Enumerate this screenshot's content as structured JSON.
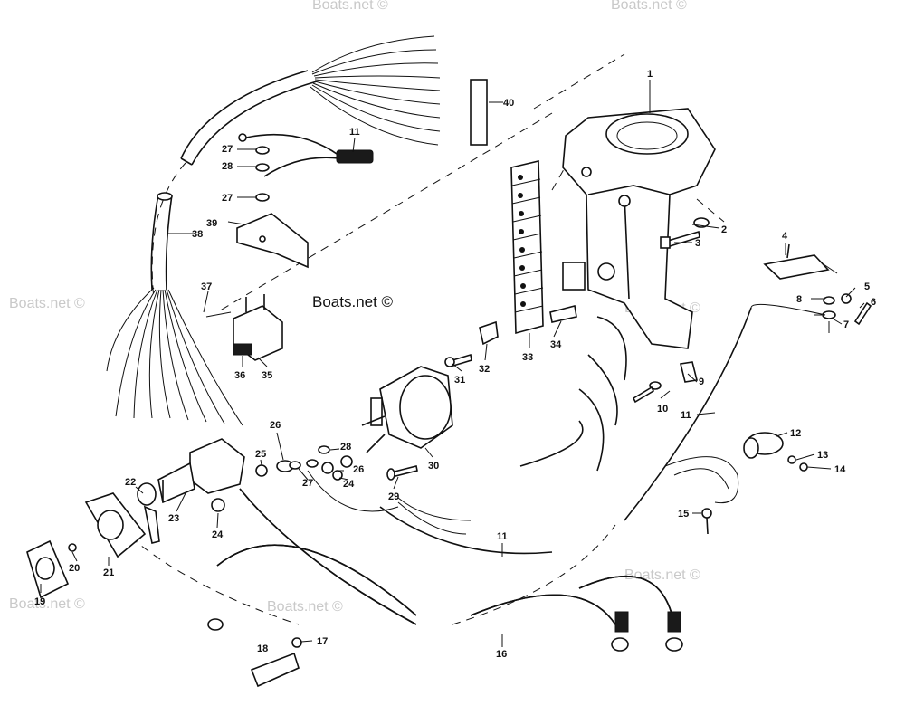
{
  "watermark": {
    "text": "Boats.net ©",
    "brand_text": "Boats.net ©"
  },
  "callouts": [
    "1",
    "2",
    "3",
    "4",
    "5",
    "6",
    "7",
    "8",
    "9",
    "10",
    "11",
    "12",
    "13",
    "14",
    "15",
    "16",
    "17",
    "18",
    "19",
    "20",
    "21",
    "22",
    "23",
    "24",
    "25",
    "26",
    "27",
    "28",
    "29",
    "30",
    "31",
    "32",
    "33",
    "34",
    "35",
    "36",
    "37",
    "38",
    "39",
    "40"
  ],
  "colors": {
    "ink": "#111111",
    "background": "#ffffff",
    "watermark": "#c9c9c9"
  }
}
